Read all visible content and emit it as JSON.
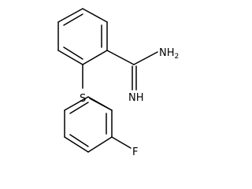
{
  "molecule": {
    "atoms": {
      "amine": {
        "label": "NH",
        "subscript": "2"
      },
      "imine": {
        "label": "NH"
      },
      "sulfur": {
        "label": "S"
      },
      "fluorine": {
        "label": "F"
      }
    }
  },
  "colors": {
    "bond": "#000000",
    "text": "#000000",
    "background": "#ffffff"
  }
}
